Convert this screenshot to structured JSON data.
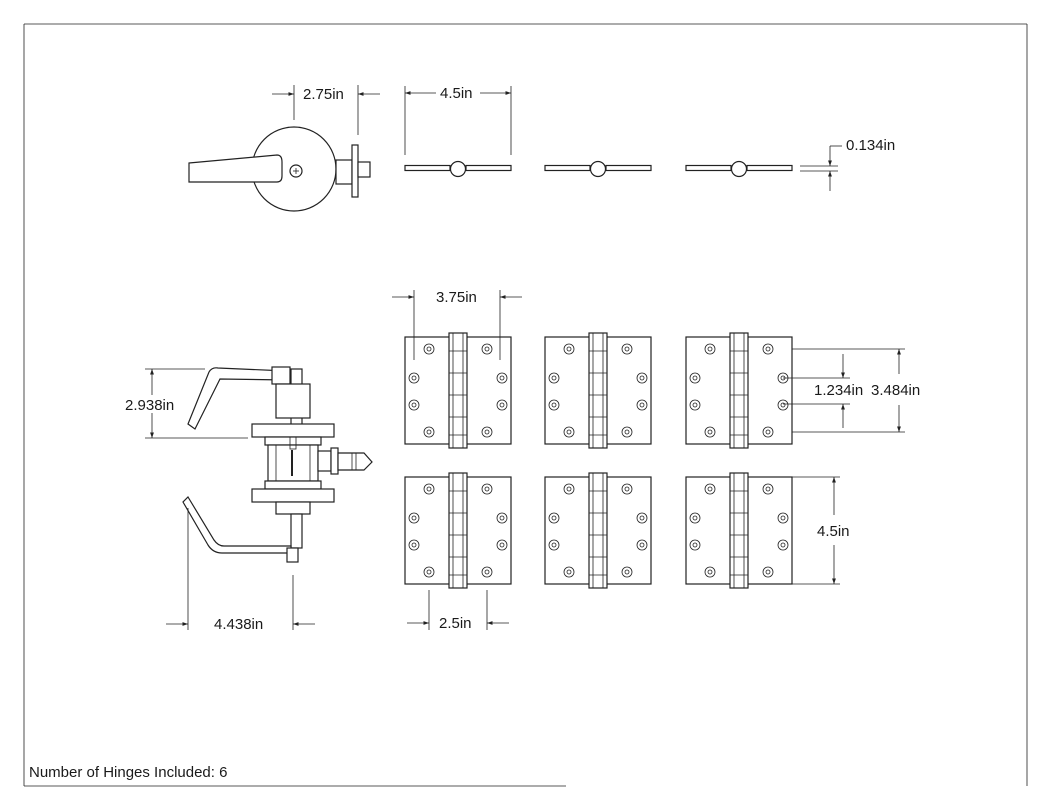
{
  "dimensions": {
    "lock_top_width": "2.75in",
    "hinge_open_width": "4.5in",
    "hinge_thickness": "0.134in",
    "hinge_leaf_width": "3.75in",
    "lock_side_height": "2.938in",
    "lock_side_depth": "4.438in",
    "hinge_pin_offset": "2.5in",
    "hole_spacing_inner": "1.234in",
    "hole_spacing_outer": "3.484in",
    "hinge_height": "4.5in"
  },
  "footer": {
    "hinge_count_text": "Number of Hinges Included: 6"
  }
}
